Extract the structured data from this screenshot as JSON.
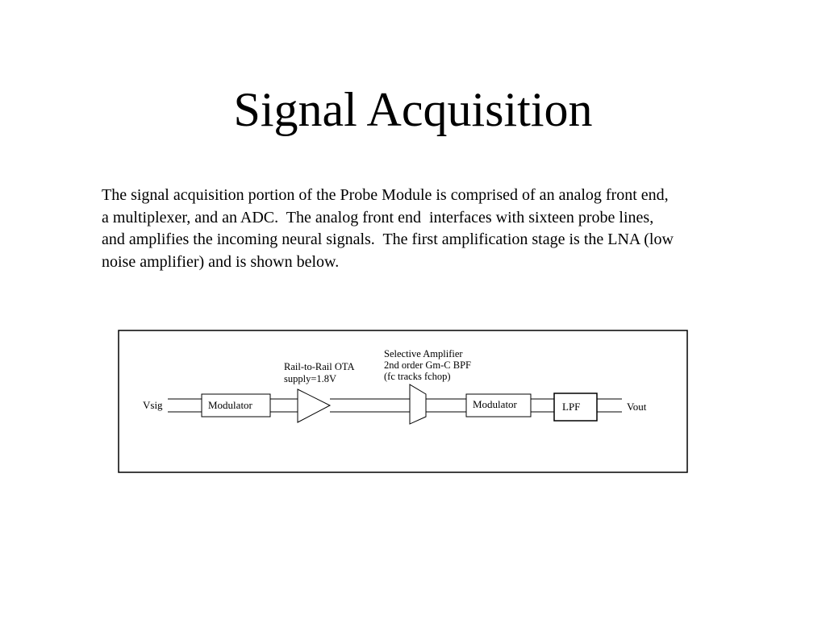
{
  "slide": {
    "title": "Signal Acquisition",
    "body_lines": [
      "The signal acquisition portion of the Probe Module is comprised of an analog front end,",
      "a multiplexer, and an ADC.  The analog front end  interfaces with sixteen probe lines,",
      "and amplifies the incoming neural signals.  The first amplification stage is the LNA (low",
      "noise amplifier) and is shown below."
    ]
  },
  "diagram": {
    "input_label": "Vsig",
    "output_label": "Vout",
    "modulator_1_label": "Modulator",
    "ota_caption_line1": "Rail-to-Rail OTA",
    "ota_caption_line2": "supply=1.8V",
    "bpf_caption_line1": "Selective Amplifier",
    "bpf_caption_line2": "2nd order Gm-C BPF",
    "bpf_caption_line3": "(fc tracks fchop)",
    "modulator_2_label": "Modulator",
    "lpf_label": "LPF"
  }
}
